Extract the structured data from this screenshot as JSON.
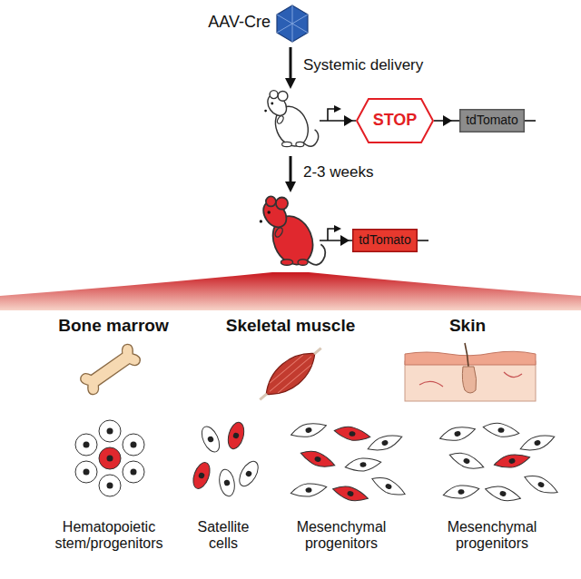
{
  "diagram": {
    "nodes": [
      {
        "text": [
          "STOP"
        ]
      },
      {
        "text": [
          "tdTomato"
        ]
      },
      {
        "text": [
          "tdTomato"
        ]
      }
    ],
    "edges": [
      {
        "from": 0,
        "to": 1,
        "arrow": "none"
      }
    ],
    "labels": [
      "AAV-Cre",
      "Systemic delivery",
      "2-3 weeks",
      "Bone marrow",
      "Skeletal muscle",
      "Skin",
      "Hematopoietic stem/progenitors",
      "Satellite cells",
      "Mesenchymal progenitors",
      "Mesenchymal progenitors"
    ]
  }
}
